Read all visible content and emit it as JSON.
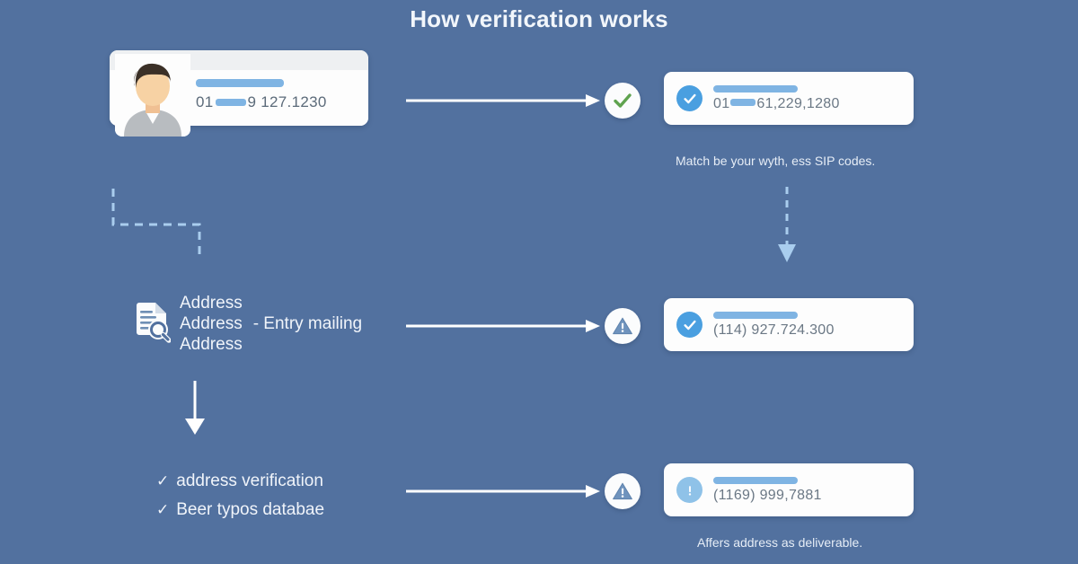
{
  "page": {
    "title": "How verification works",
    "background_color": "#52719f"
  },
  "colors": {
    "background": "#52719f",
    "card": "#fdfdfd",
    "accent_blue": "#4a9fe0",
    "bar_blue": "#7fb4e3",
    "badge_light": "#8fc2e8",
    "check_green": "#5fb95b",
    "warning_icon": "#6f93bd",
    "dashed_line": "#a9cdee",
    "text_light": "#f0f4fa",
    "text_muted": "#6b7885"
  },
  "row1": {
    "browser": {
      "traffic_lights": [
        "red",
        "yellow",
        "green"
      ],
      "avatar_label": "user-avatar",
      "redacted_bar": "",
      "value": "01",
      "value_suffix": "9 127.1230"
    },
    "status": {
      "icon": "check-circle-icon",
      "state": "valid"
    },
    "card": {
      "badge_icon": "check-badge-icon",
      "redacted_bar": "",
      "value_prefix": "01",
      "value": "61,229,1280"
    },
    "caption": "Match be your wyth, ess SIP codes."
  },
  "row2": {
    "icon": "document-search-icon",
    "address_lines": [
      "Address",
      "Address",
      "Address"
    ],
    "suffix": "-  Entry mailing",
    "status": {
      "icon": "warning-circle-icon",
      "state": "warning"
    },
    "card": {
      "badge_icon": "check-badge-icon",
      "value": "(114) 927.724.300"
    }
  },
  "row3": {
    "checklist": [
      {
        "mark": "✓",
        "label": "address verification"
      },
      {
        "mark": "✓",
        "label": "Beer typos databae"
      }
    ],
    "status": {
      "icon": "warning-circle-icon",
      "state": "warning"
    },
    "card": {
      "badge_icon": "exclamation-badge-icon",
      "value": "(1169) 999,7881"
    },
    "caption": "Affers address as deliverable."
  },
  "connectors": {
    "arrow1": "horizontal-arrow",
    "arrow2": "horizontal-arrow",
    "arrow3": "horizontal-arrow",
    "left_dashed_elbow": "dashed-elbow-connector",
    "left_down_arrow": "down-arrow",
    "right_dashed_arrow": "dashed-down-arrow"
  }
}
